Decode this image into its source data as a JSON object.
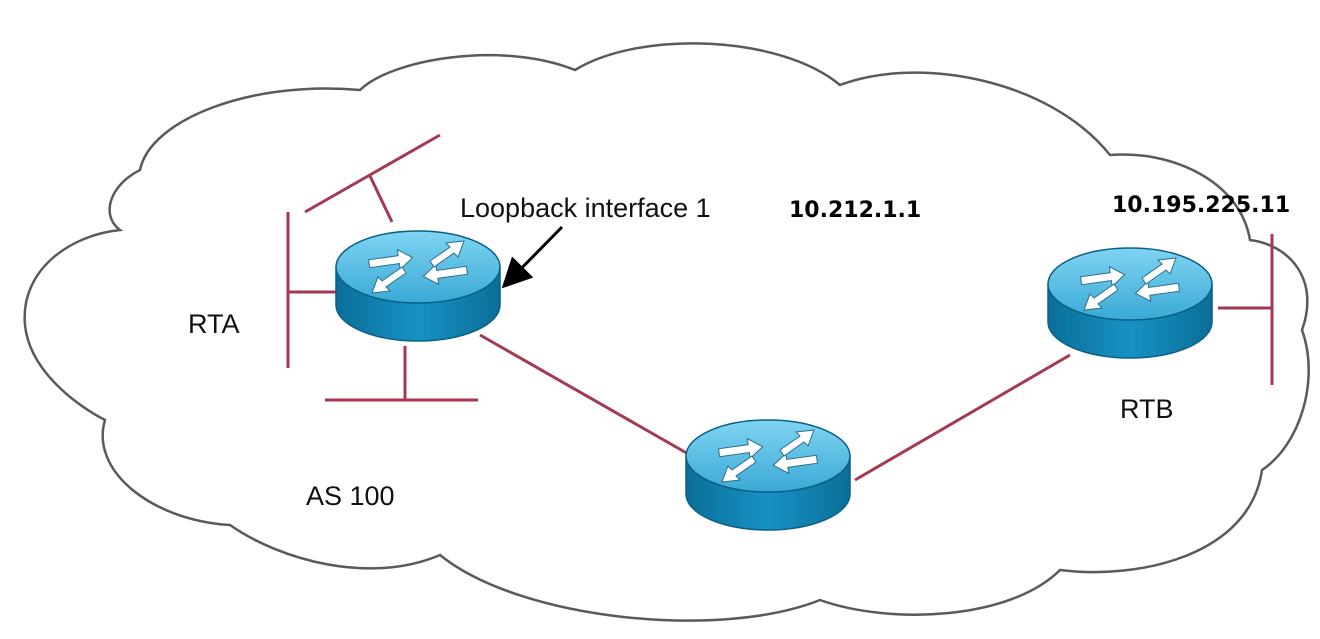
{
  "diagram": {
    "as_label": "AS 100",
    "routers": {
      "rta": {
        "label": "RTA"
      },
      "rtb": {
        "label": "RTB"
      },
      "middle": {
        "label": ""
      }
    },
    "annotations": {
      "loopback_label": "Loopback interface 1",
      "loopback_ip": "10.212.1.1",
      "rtb_ip": "10.195.225.11"
    }
  },
  "colors": {
    "link": "#a33a52",
    "router_top": "#5cc2e6",
    "router_side": "#0f84b4",
    "cloud_outline": "#5a5a5a"
  }
}
